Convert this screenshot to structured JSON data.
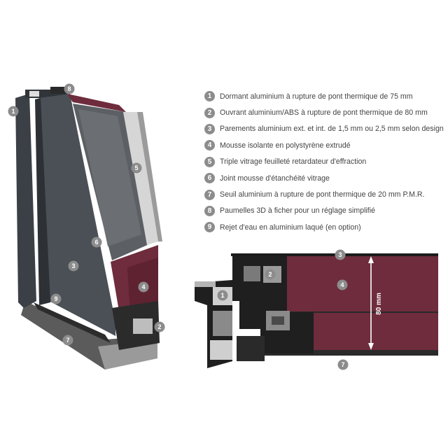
{
  "legend": [
    {
      "num": "1",
      "text": "Dormant aluminium à rupture de pont thermique de 75 mm"
    },
    {
      "num": "2",
      "text": "Ouvrant aluminium/ABS à rupture de pont thermique de 80 mm"
    },
    {
      "num": "3",
      "text": "Parements aluminium ext. et int. de 1,5 mm ou 2,5 mm selon design"
    },
    {
      "num": "4",
      "text": "Mousse isolante en polystyrène extrudé"
    },
    {
      "num": "5",
      "text": "Triple vitrage feuilleté retardateur d'effraction"
    },
    {
      "num": "6",
      "text": "Joint mousse d'étanchéité vitrage"
    },
    {
      "num": "7",
      "text": "Seuil aluminium à rupture de pont thermique de 20 mm P.M.R."
    },
    {
      "num": "8",
      "text": "Paumelles 3D à ficher pour un réglage simplifié"
    },
    {
      "num": "9",
      "text": "Rejet d'eau en aluminium laqué (en option)"
    }
  ],
  "callouts_left": [
    "8",
    "1",
    "5",
    "6",
    "3",
    "4",
    "9",
    "2",
    "7"
  ],
  "callouts_right": [
    "3",
    "2",
    "4",
    "1",
    "7"
  ],
  "dimension": {
    "label": "80 mm"
  },
  "colors": {
    "panel": "#4a5056",
    "foam": "#6e2c3c",
    "badge": "#8c8c8c",
    "profile": "#1f1f1f"
  }
}
